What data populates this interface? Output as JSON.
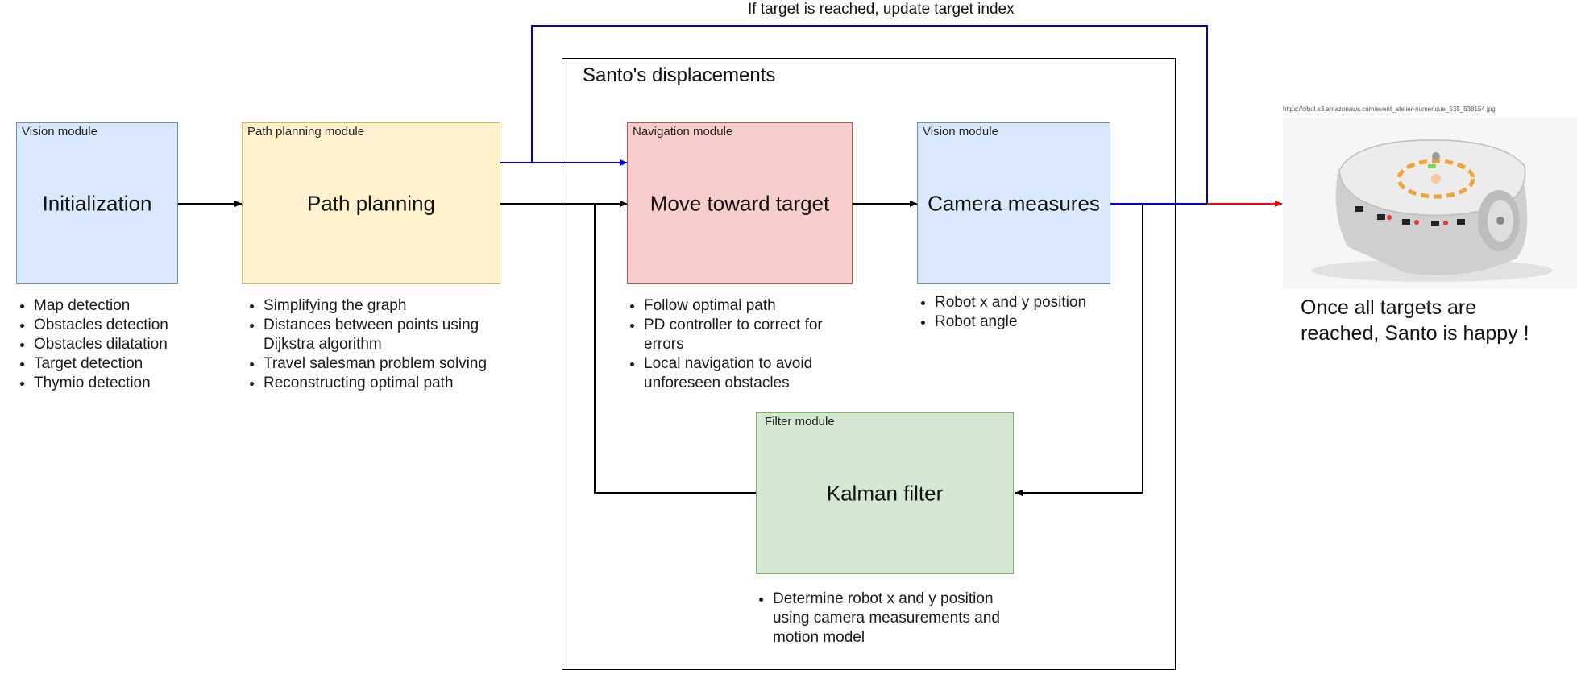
{
  "loop_label": "If target is reached, update target index",
  "frame": {
    "title": "Santo's displacements"
  },
  "boxes": {
    "init": {
      "module": "Vision module",
      "title": "Initialization",
      "bullets": [
        "Map detection",
        "Obstacles detection",
        "Obstacles dilatation",
        "Target detection",
        "Thymio detection"
      ]
    },
    "path": {
      "module": "Path planning module",
      "title": "Path planning",
      "bullets": [
        "Simplifying the graph",
        "Distances between points using Dijkstra algorithm",
        "Travel salesman problem solving",
        "Reconstructing optimal path"
      ]
    },
    "nav": {
      "module": "Navigation module",
      "title": "Move toward target",
      "bullets": [
        "Follow optimal path",
        "PD controller to correct for errors",
        "Local navigation to avoid unforeseen obstacles"
      ]
    },
    "cam": {
      "module": "Vision module",
      "title": "Camera measures",
      "bullets": [
        "Robot x and y position",
        "Robot angle"
      ]
    },
    "kal": {
      "module": "Filter module",
      "title": "Kalman filter",
      "bullets": [
        "Determine robot x and y position using camera measurements and motion model"
      ]
    }
  },
  "robot": {
    "url": "https://cibul.s3.amazonaws.com/event_atelier-numerique_535_538154.jpg",
    "caption": "Once all targets are reached, Santo is happy !"
  },
  "colors": {
    "vision_fill": "#dae8fc",
    "vision_border": "#6c8ebf",
    "path_fill": "#fff2cc",
    "path_border": "#d6b656",
    "nav_fill": "#f8cecc",
    "nav_border": "#b85450",
    "filter_fill": "#d5e8d4",
    "filter_border": "#82b366",
    "loop_arrow": "#0000dd",
    "exit_arrow": "#ff0000"
  }
}
